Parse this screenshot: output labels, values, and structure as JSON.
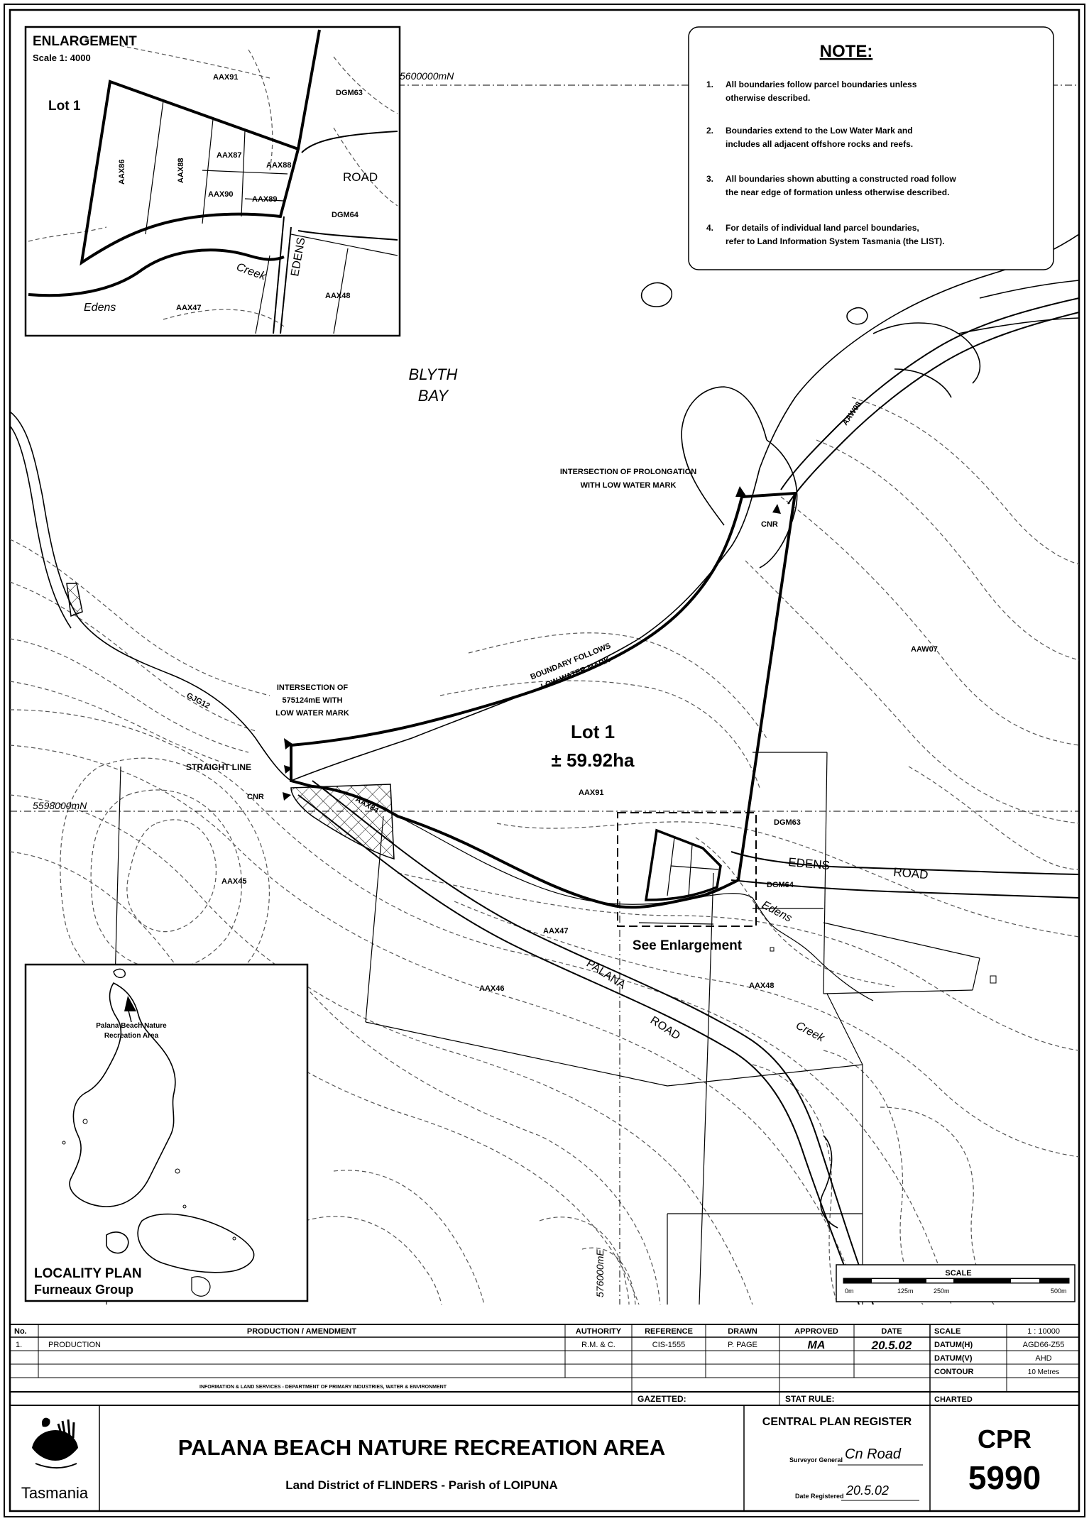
{
  "enlargement": {
    "title": "ENLARGEMENT",
    "scale": "Scale 1: 4000",
    "lot": "Lot 1",
    "labels": [
      "AAX91",
      "DGM63",
      "AAX86",
      "AAX88",
      "AAX87",
      "AAX88",
      "ROAD",
      "AAX90",
      "AAX89",
      "DGM64",
      "EDENS",
      "Creek",
      "AAX48",
      "Edens",
      "AAX47"
    ]
  },
  "note": {
    "title": "NOTE:",
    "items": [
      {
        "num": "1.",
        "lines": [
          "All boundaries follow parcel boundaries unless",
          "otherwise described."
        ]
      },
      {
        "num": "2.",
        "lines": [
          "Boundaries extend to the Low Water Mark and",
          "includes all adjacent offshore rocks and reefs."
        ]
      },
      {
        "num": "3.",
        "lines": [
          "All boundaries shown abutting a constructed road follow",
          "the near edge of formation unless otherwise described."
        ]
      },
      {
        "num": "4.",
        "lines": [
          "For details of individual land parcel boundaries,",
          "refer to Land Information System Tasmania (the LIST)."
        ]
      }
    ]
  },
  "map": {
    "north_grid_top": "5600000mN",
    "north_grid_mid": "5598000mN",
    "east_grid": "576000mE",
    "bay": [
      "BLYTH",
      "BAY"
    ],
    "intersection_prolongation": [
      "INTERSECTION OF PROLONGATION",
      "WITH LOW WATER MARK"
    ],
    "intersection_easting": [
      "INTERSECTION OF",
      "575124mE WITH",
      "LOW WATER MARK"
    ],
    "boundary_follows": [
      "BOUNDARY FOLLOWS",
      "LOW WATER MARK"
    ],
    "lot": "Lot 1",
    "area": "± 59.92ha",
    "straight_line": "STRAIGHT LINE",
    "cnr_1": "CNR",
    "cnr_2": "CNR",
    "see_enlargement": "See Enlargement",
    "parcels": {
      "aaw08": "AAW08",
      "aaw07": "AAW07",
      "gjg12": "GJG12",
      "aax84": "AAX84",
      "aax91": "AAX91",
      "dgm63": "DGM63",
      "dgm64": "DGM64",
      "aax45": "AAX45",
      "aax47": "AAX47",
      "aax46": "AAX46",
      "aax48": "AAX48"
    },
    "edens_road": [
      "EDENS",
      "ROAD"
    ],
    "palana_road": [
      "PALANA",
      "ROAD"
    ],
    "edens_creek": [
      "Edens",
      "Creek"
    ]
  },
  "locality": {
    "callout": [
      "Palana Beach Nature",
      "Recreation Area"
    ],
    "title": "LOCALITY PLAN",
    "subtitle": "Furneaux Group"
  },
  "scale_bar": {
    "title": "SCALE",
    "ticks": [
      "0m",
      "125m",
      "250m",
      "500m"
    ],
    "fraction": 1
  },
  "table": {
    "headers": [
      "No.",
      "PRODUCTION / AMENDMENT",
      "AUTHORITY",
      "REFERENCE",
      "DRAWN",
      "APPROVED",
      "DATE"
    ],
    "rows": [
      {
        "no": "1.",
        "desc": "PRODUCTION",
        "authority": "R.M. & C.",
        "reference": "CIS-1555",
        "drawn": "P. PAGE",
        "approved": "MA",
        "date": "20.5.02"
      }
    ],
    "dept": "INFORMATION & LAND SERVICES - DEPARTMENT OF PRIMARY INDUSTRIES, WATER & ENVIRONMENT",
    "gazetted": "GAZETTED:",
    "stat_rule": "STAT RULE:",
    "side": [
      {
        "label": "SCALE",
        "value": "1 : 10000"
      },
      {
        "label": "DATUM(H)",
        "value": "AGD66-Z55"
      },
      {
        "label": "DATUM(V)",
        "value": "AHD"
      },
      {
        "label": "CONTOUR",
        "value": "10 Metres"
      },
      {
        "label": "CHARTED",
        "value": ""
      }
    ]
  },
  "title_block": {
    "agency": "Tasmania",
    "title": "PALANA BEACH NATURE RECREATION AREA",
    "subtitle": "Land District of FLINDERS - Parish of LOIPUNA",
    "register": "CENTRAL PLAN REGISTER",
    "surveyor": "Surveyor General",
    "surveyor_sig": "Cn Road",
    "date_registered": "Date Registered",
    "date_value": "20.5.02",
    "cpr": "CPR",
    "cpr_number": "5990"
  }
}
